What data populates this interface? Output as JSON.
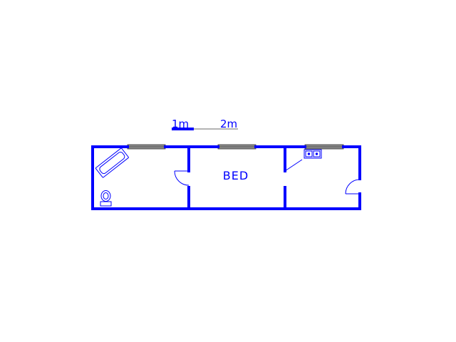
{
  "scale_bar": {
    "label_start": "1m",
    "label_end": "2m"
  },
  "rooms": {
    "bedroom_label": "BED"
  },
  "colors": {
    "wall": "#0000ff",
    "fixture": "#0000ff",
    "window_fill": "#8c8c8c",
    "window_stroke": "#333333",
    "scale_gray": "#b4b4b4",
    "background": "#ffffff"
  },
  "icons": {
    "bathtub": "bathtub-icon",
    "toilet": "toilet-icon",
    "sink": "kitchen-sink-icon"
  }
}
